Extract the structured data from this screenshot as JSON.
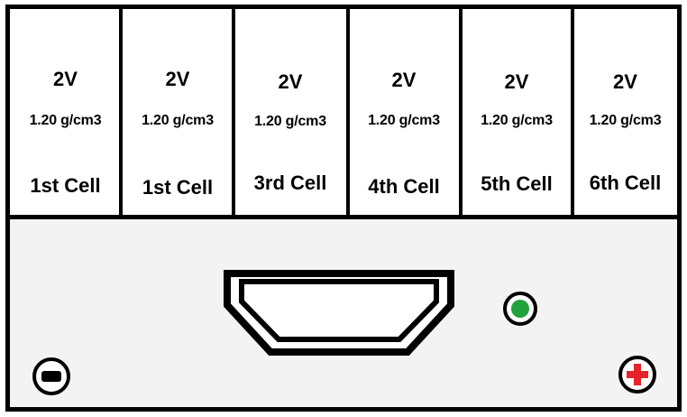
{
  "cells": [
    {
      "voltage": "2V",
      "density": "1.20 g/cm3",
      "label": "1st Cell"
    },
    {
      "voltage": "2V",
      "density": "1.20 g/cm3",
      "label": "1st Cell"
    },
    {
      "voltage": "2V",
      "density": "1.20 g/cm3",
      "label": "3rd Cell"
    },
    {
      "voltage": "2V",
      "density": "1.20 g/cm3",
      "label": "4th Cell"
    },
    {
      "voltage": "2V",
      "density": "1.20 g/cm3",
      "label": "5th Cell"
    },
    {
      "voltage": "2V",
      "density": "1.20 g/cm3",
      "label": "6th Cell"
    }
  ],
  "terminals": {
    "negative_icon": "minus-icon",
    "positive_icon": "plus-icon",
    "positive_color": "#e8232b"
  },
  "indicator": {
    "icon": "charge-indicator-icon",
    "color": "#21a23c"
  }
}
